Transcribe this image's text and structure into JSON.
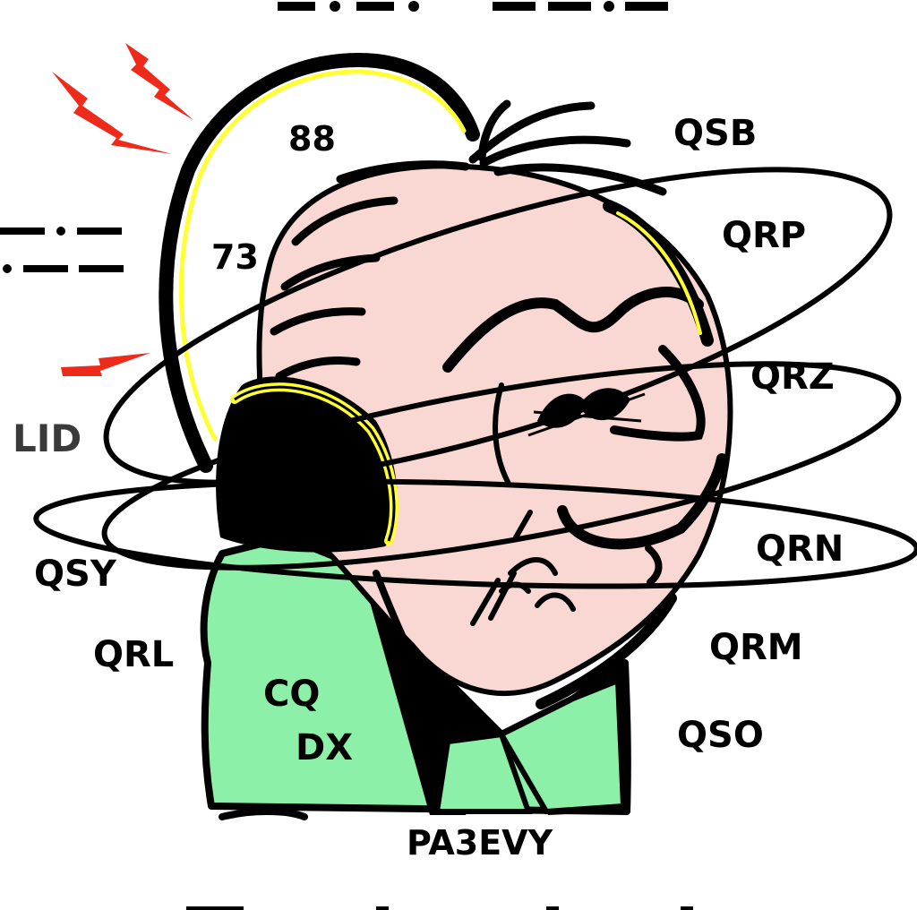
{
  "labels": {
    "l88": "88",
    "l73": "73",
    "qsb": "QSB",
    "qrp": "QRP",
    "qrz": "QRZ",
    "lid": "LID",
    "qrn": "QRN",
    "qsy": "QSY",
    "qrl": "QRL",
    "qrm": "QRM",
    "cq": "CQ",
    "dx": "DX",
    "qso": "QSO",
    "callsign": "PA3EVY"
  },
  "colors": {
    "skin": "#f9d8d4",
    "shirt": "#8cf0a8",
    "outline": "#000000",
    "headset_highlight": "#ffff33",
    "sparks": "#ee2a1a",
    "text_gray": "#3a3a3a"
  },
  "icons": {
    "illustration": "ham-radio-operator-with-headphones",
    "sparks": "lightning-bolt-icon",
    "morse": "morse-code-dashes"
  }
}
